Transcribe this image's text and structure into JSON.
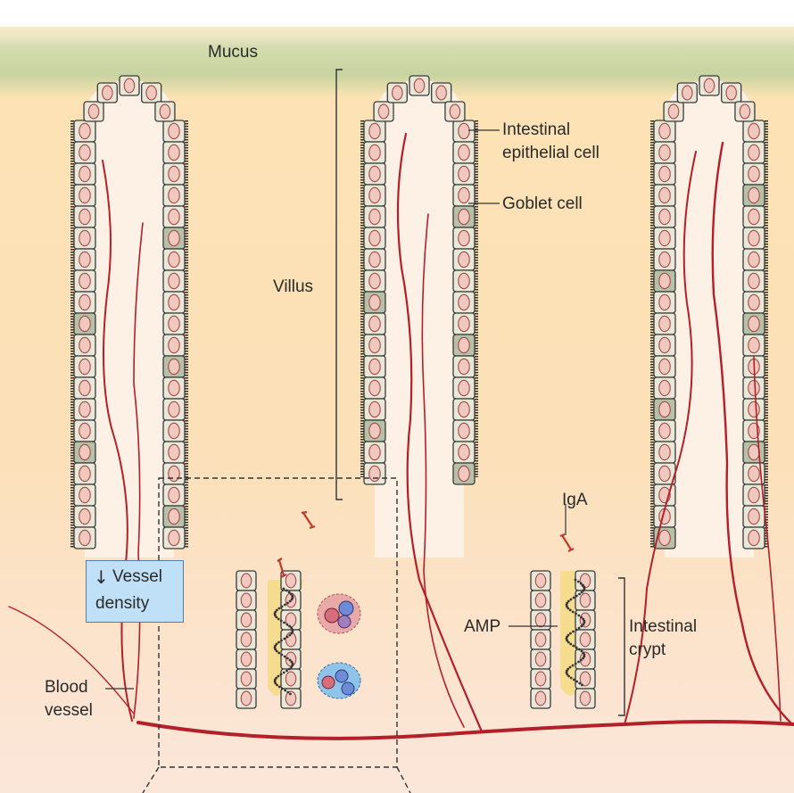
{
  "labels": {
    "mucus": "Mucus",
    "villus": "Villus",
    "epithelial_1": "Intestinal",
    "epithelial_2": "epithelial cell",
    "goblet": "Goblet cell",
    "iga": "IgA",
    "amp": "AMP",
    "crypt_1": "Intestinal",
    "crypt_2": "crypt",
    "blood_1": "Blood",
    "blood_2": "vessel",
    "vessel_density_1": "Vessel",
    "vessel_density_2": "density",
    "arrow_symbol": "↓"
  },
  "colors": {
    "mucus": "#c9d6a6",
    "lamina_top": "#fbe2b0",
    "lamina_bottom": "#fbe6d6",
    "villus_core": "#fdf0e4",
    "cell_fill": "#e9e7d8",
    "cell_stroke": "#3a3a3a",
    "nucleus_fill": "#f0c8c0",
    "nucleus_stroke": "#a44a44",
    "goblet_fill": "#b7c1a7",
    "vessel": "#b3202a",
    "brush_border": "#333333",
    "density_box": "#bfe0f6"
  }
}
